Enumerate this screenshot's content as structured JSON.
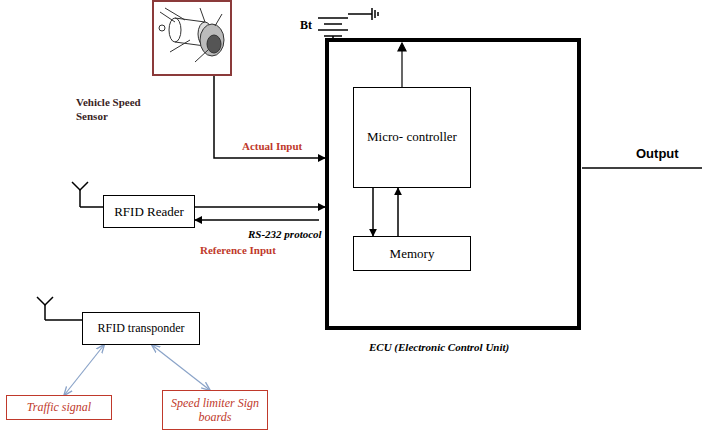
{
  "diagram": {
    "nodes": [
      {
        "text": [
          "Vehicle Speed Sensor"
        ]
      },
      {
        "text": [
          "ECU (Electronic Control Unit)"
        ]
      },
      {
        "text": [
          "Micro- controller"
        ],
        "in": 1
      },
      {
        "text": [
          "Memory"
        ],
        "in": 1
      },
      {
        "text": [
          "RFID Reader"
        ]
      },
      {
        "text": [
          "RFID transponder"
        ]
      },
      {
        "text": [
          "Traffic signal"
        ]
      },
      {
        "text": [
          "Speed limiter Sign boards"
        ]
      }
    ],
    "edges": [
      {
        "from": 0,
        "to": 1,
        "arrow": "to",
        "label": "Actual Input"
      },
      {
        "from": 4,
        "to": 1,
        "arrow": "to"
      },
      {
        "from": 1,
        "to": 4,
        "arrow": "to"
      },
      {
        "from": 2,
        "to": 3,
        "arrow": "to"
      },
      {
        "from": 3,
        "to": 2,
        "arrow": "to"
      },
      {
        "from": 5,
        "to": 6,
        "arrow": "both"
      },
      {
        "from": 5,
        "to": 7,
        "arrow": "both"
      }
    ],
    "labels": [
      "Bt",
      "Output",
      "RS-232 protocol",
      "Reference Input"
    ]
  }
}
